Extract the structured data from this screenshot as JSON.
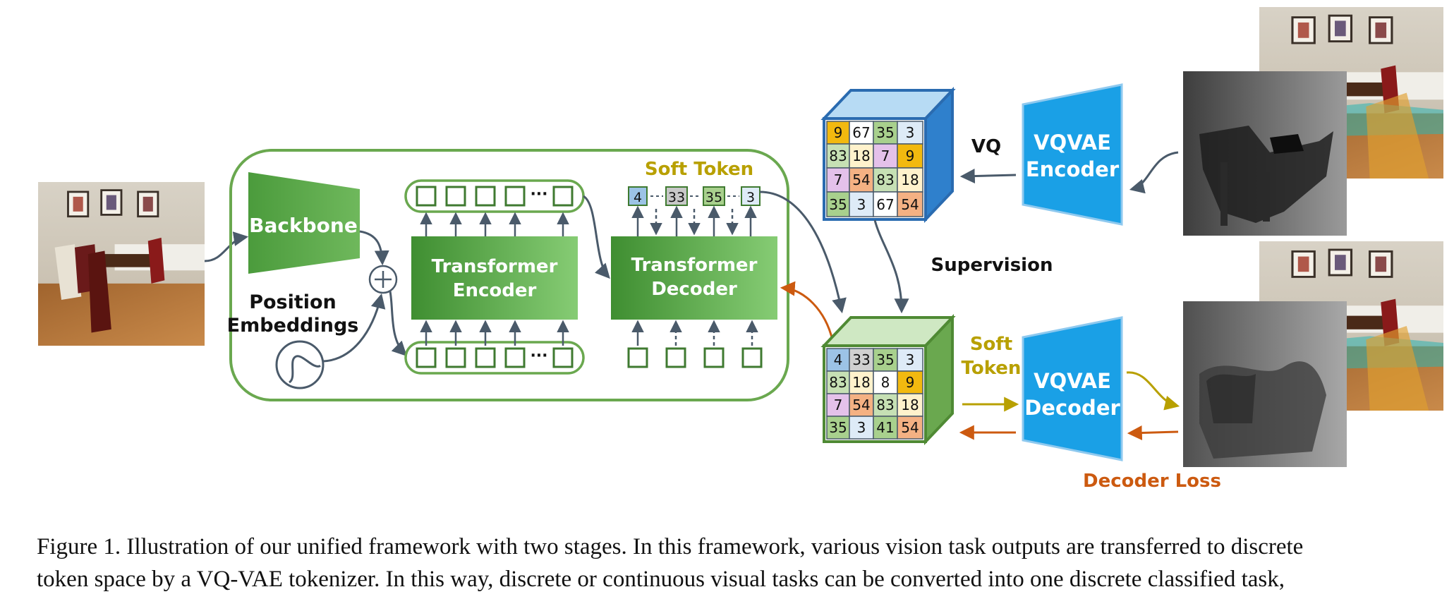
{
  "colors": {
    "green_dark": "#4e9a3c",
    "green_light": "#7cc46a",
    "frame_green": "#6aa84f",
    "vqvae_blue": "#1aa0e6",
    "cube_blue_top": "#b7dbf4",
    "cube_green_top": "#cfe8c3",
    "arrow_gray": "#4a5a6a",
    "soft_token_yellow": "#b8a000",
    "decoder_loss_orange": "#cc5a10"
  },
  "labels": {
    "backbone": "Backbone",
    "position_embeddings_1": "Position",
    "position_embeddings_2": "Embeddings",
    "encoder_1": "Transformer",
    "encoder_2": "Encoder",
    "decoder_1": "Transformer",
    "decoder_2": "Decoder",
    "soft_token_title": "Soft Token",
    "vq": "VQ",
    "vqvae_encoder_1": "VQVAE",
    "vqvae_encoder_2": "Encoder",
    "vqvae_decoder_1": "VQVAE",
    "vqvae_decoder_2": "Decoder",
    "supervision": "Supervision",
    "soft_token_side_1": "Soft",
    "soft_token_side_2": "Token",
    "decoder_loss": "Decoder Loss",
    "ellipsis": "···"
  },
  "soft_tokens": [
    "4",
    "33",
    "35",
    "3"
  ],
  "token_grid_top": [
    [
      "9",
      "67",
      "35",
      "3"
    ],
    [
      "83",
      "18",
      "7",
      "9"
    ],
    [
      "7",
      "54",
      "83",
      "18"
    ],
    [
      "35",
      "3",
      "67",
      "54"
    ]
  ],
  "token_grid_bottom": [
    [
      "4",
      "33",
      "35",
      "3"
    ],
    [
      "83",
      "18",
      "8",
      "9"
    ],
    [
      "7",
      "54",
      "83",
      "18"
    ],
    [
      "35",
      "3",
      "41",
      "54"
    ]
  ],
  "caption": {
    "line1": "Figure 1. Illustration of our unified framework with two stages. In this framework, various vision task outputs are transferred to discrete",
    "line2": "token space by a VQ-VAE tokenizer. In this way, discrete or continuous visual tasks can be converted into one discrete classified task,"
  }
}
